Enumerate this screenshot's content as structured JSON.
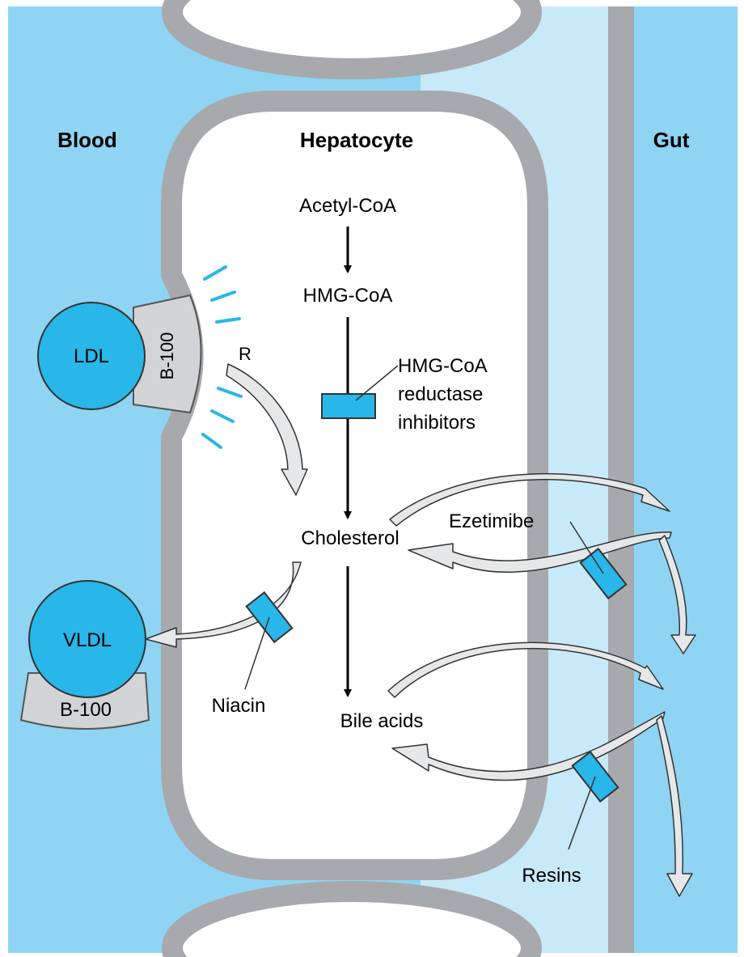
{
  "regions": {
    "blood": "Blood",
    "hepatocyte": "Hepatocyte",
    "gut": "Gut"
  },
  "pathway": {
    "acetyl_coa": "Acetyl-CoA",
    "hmg_coa": "HMG-CoA",
    "cholesterol": "Cholesterol",
    "bile_acids": "Bile acids"
  },
  "lipoproteins": {
    "ldl": "LDL",
    "ldl_apo": "B-100",
    "vldl": "VLDL",
    "vldl_apo": "B-100"
  },
  "receptor": "R",
  "drugs": {
    "statin_line1": "HMG-CoA",
    "statin_line2": "reductase",
    "statin_line3": "inhibitors",
    "ezetimibe": "Ezetimibe",
    "niacin": "Niacin",
    "resins": "Resins"
  },
  "colors": {
    "blood_blue": "#8fd4f2",
    "gut_light": "#c8e9f8",
    "membrane_gray": "#a7a9ac",
    "drug_cyan": "#29b6e8",
    "apo_gray": "#d1d3d4"
  }
}
